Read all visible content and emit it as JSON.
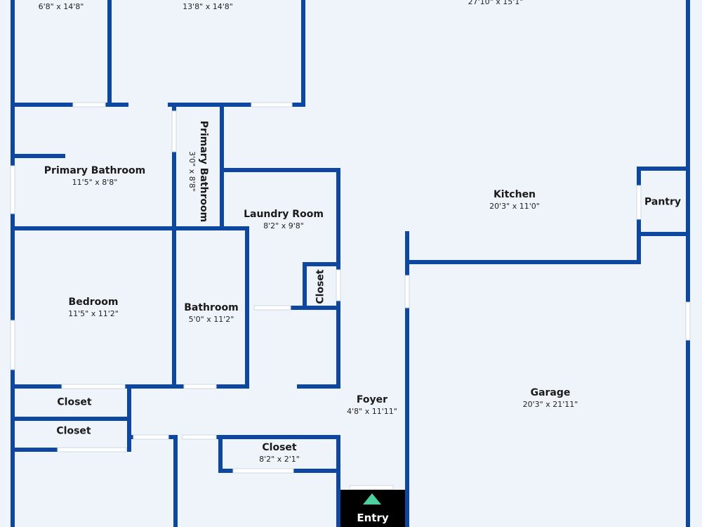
{
  "rooms": {
    "top_left": {
      "dims": "6'8\" x 14'8\""
    },
    "top_middle": {
      "dims": "13'8\" x 14'8\""
    },
    "top_right": {
      "dims": "27'10\" x 15'1\""
    },
    "primary_bathroom": {
      "name": "Primary Bathroom",
      "dims": "11'5\" x 8'8\""
    },
    "primary_bathroom_small": {
      "name": "Primary Bathroom",
      "dims": "3'0\" x 8'8\""
    },
    "laundry_room": {
      "name": "Laundry Room",
      "dims": "8'2\" x 9'8\""
    },
    "closet_laundry": {
      "name": "Closet"
    },
    "kitchen": {
      "name": "Kitchen",
      "dims": "20'3\" x 11'0\""
    },
    "pantry": {
      "name": "Pantry"
    },
    "bedroom": {
      "name": "Bedroom",
      "dims": "11'5\" x 11'2\""
    },
    "bathroom": {
      "name": "Bathroom",
      "dims": "5'0\" x 11'2\""
    },
    "closet_1": {
      "name": "Closet"
    },
    "closet_2": {
      "name": "Closet"
    },
    "closet_3": {
      "name": "Closet",
      "dims": "8'2\" x 2'1\""
    },
    "foyer": {
      "name": "Foyer",
      "dims": "4'8\" x 11'11\""
    },
    "garage": {
      "name": "Garage",
      "dims": "20'3\" x 21'11\""
    }
  },
  "entry": {
    "label": "Entry"
  },
  "colors": {
    "wall": "#0d47a1",
    "floor": "#eef4f9",
    "window": "#ffffff",
    "entry_bg": "#000000",
    "entry_arrow": "#4dcf9e"
  }
}
